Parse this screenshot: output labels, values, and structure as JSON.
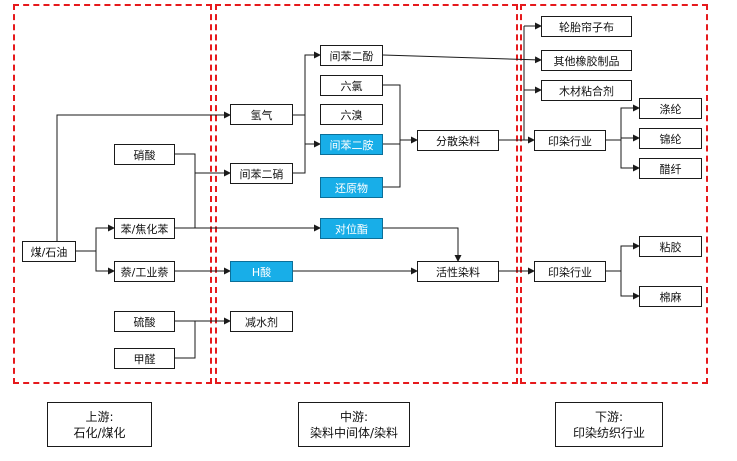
{
  "colors": {
    "highlight": "#18aee8",
    "stage_border": "#e6191c",
    "line": "#1a1a1a"
  },
  "upstream": {
    "nodes": {
      "coal_oil": "煤/石油",
      "nitric_acid": "硝酸",
      "benzene_coking": "苯/焦化苯",
      "naphthalene": "萘/工业萘",
      "sulfuric_acid": "硫酸",
      "formaldehyde": "甲醛"
    },
    "caption": {
      "line1": "上游:",
      "line2": "石化/煤化"
    }
  },
  "midstream": {
    "nodes": {
      "hydrogen": "氢气",
      "m_dinitrobenzene": "间苯二硝",
      "resorcinol": "间苯二酚",
      "hexachloro": "六氯",
      "hexabromo": "六溴",
      "m_phenylenediamine": "间苯二胺",
      "reducing_agent": "还原物",
      "para_ester": "对位酯",
      "h_acid": "H酸",
      "water_reducer": "减水剂",
      "disperse_dye": "分散染料",
      "reactive_dye": "活性染料"
    },
    "caption": {
      "line1": "中游:",
      "line2": "染料中间体/染料"
    }
  },
  "downstream": {
    "nodes": {
      "tire_cord": "轮胎帘子布",
      "other_rubber": "其他橡胶制品",
      "wood_adhesive": "木材粘合剂",
      "dyeing_1": "印染行业",
      "polyester": "涤纶",
      "nylon": "锦纶",
      "acetate": "醋纤",
      "dyeing_2": "印染行业",
      "viscose": "粘胶",
      "cotton_linen": "棉麻"
    },
    "caption": {
      "line1": "下游:",
      "line2": "印染纺织行业"
    }
  }
}
